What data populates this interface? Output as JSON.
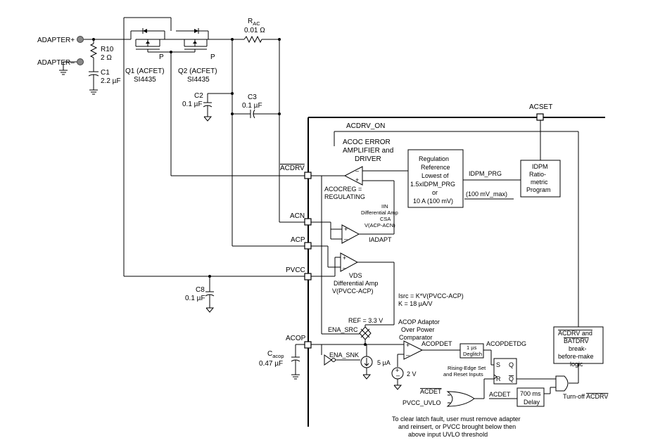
{
  "terminals": {
    "adapter_pos": "ADAPTER+",
    "adapter_neg": "ADAPTER–"
  },
  "parts": {
    "r10": {
      "name": "R10",
      "value": "2 Ω"
    },
    "c1": {
      "name": "C1",
      "value": "2.2 µF"
    },
    "q1": {
      "name": "Q1 (ACFET)",
      "part": "SI4435",
      "pin": "P"
    },
    "q2": {
      "name": "Q2 (ACFET)",
      "part": "SI4435",
      "pin": "P"
    },
    "rac": {
      "name": "R",
      "sub": "AC",
      "value": "0.01 Ω"
    },
    "c2": {
      "name": "C2",
      "value": "0.1 µF"
    },
    "c3": {
      "name": "C3",
      "value": "0.1 µF"
    },
    "c8": {
      "name": "C8",
      "value": "0.1 µF"
    },
    "cacop": {
      "name": "C",
      "sub": "acop",
      "value": "0.47 µF"
    }
  },
  "pins": {
    "acset": "ACSET",
    "acdrv": "ACDRV",
    "acn": "ACN",
    "acp": "ACP",
    "pvcc": "PVCC",
    "acop": "ACOP"
  },
  "blocks": {
    "acdrv_on": "ACDRV_ON",
    "acoc": [
      "ACOC ERROR",
      "AMPLIFIER and",
      "DRIVER"
    ],
    "regulation": [
      "Regulation",
      "Reference",
      "Lowest of",
      "1.5xIDPM_PRG",
      "or",
      "10 A (100 mV)"
    ],
    "idpm_prg": "IDPM_PRG",
    "idpm_max": "(100 mV_max)",
    "idpm_block": [
      "IDPM",
      "Ratio-",
      "metric",
      "Program"
    ],
    "acocreg": [
      "ACOCREG =",
      "REGULATING"
    ],
    "iin_amp": [
      "IIN",
      "Differential Amp",
      "CSA",
      "V(ACP-ACN)"
    ],
    "iadapt": "IADAPT",
    "vds_amp": [
      "VDS",
      "Differential Amp",
      "V(PVCC-ACP)"
    ],
    "isrc": [
      "Isrc = K*V(PVCC-ACP)",
      "K = 18 µA/V"
    ],
    "ref": "REF = 3.3 V",
    "ena_src": "ENA_SRC",
    "acop_comp": [
      "ACOP Adaptor",
      "Over Power",
      "Comparator"
    ],
    "ena_snk": "ENA_SNK",
    "sink_current": "5 µA",
    "acopdet": "ACOPDET",
    "deglitch": [
      "1 µs",
      "Deglitch"
    ],
    "acopdetdg": "ACOPDETDG",
    "two_volt": "2 V",
    "rising_edge": [
      "Rising-Edge Set",
      "and Reset Inputs"
    ],
    "latch": {
      "s": "S",
      "q": "Q",
      "r": "R",
      "qbar": "Q"
    },
    "acdet_bar": "ACDET",
    "pvcc_uvlo": "PVCC_UVLO",
    "acdet": "ACDET",
    "delay": [
      "700 ms",
      "Delay"
    ],
    "bbm": [
      "ACDRV and",
      "BATDRV",
      "break-",
      "before-make",
      "logic"
    ],
    "turnoff": "Turn-off ",
    "turnoff_sig": "ACDRV",
    "note": [
      "To clear latch fault, user must remove adapter",
      "and reinsert, or PVCC brought below then",
      "above input UVLO threshold"
    ]
  }
}
